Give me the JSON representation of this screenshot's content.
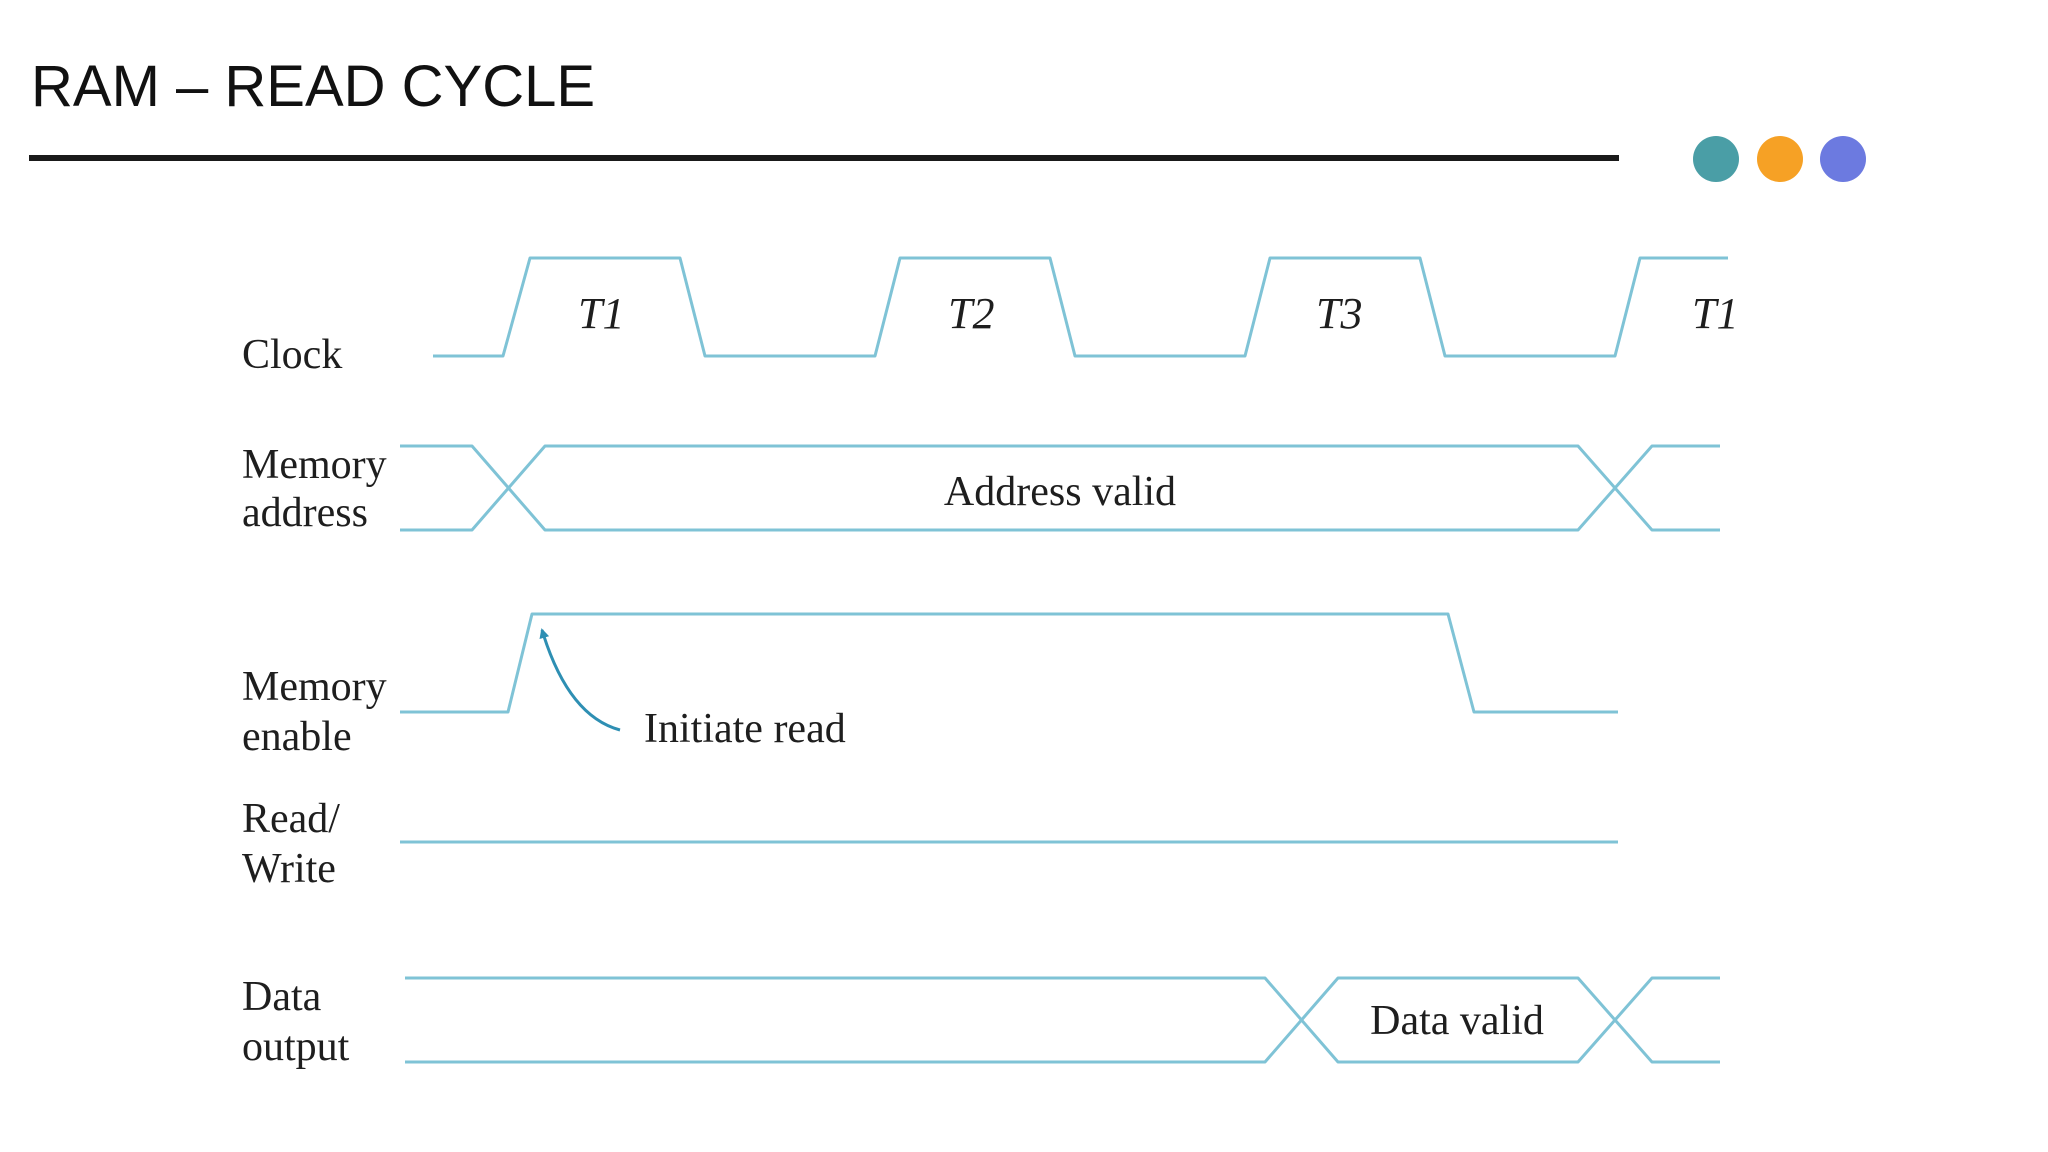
{
  "slide": {
    "title": "RAM – READ CYCLE"
  },
  "decorations": {
    "dots": [
      {
        "name": "teal-dot",
        "color": "#4A9EA6"
      },
      {
        "name": "orange-dot",
        "color": "#F6A125"
      },
      {
        "name": "blue-dot",
        "color": "#6C7AE0"
      }
    ],
    "waveform_color": "#7FC3D6",
    "arrow_color": "#2E8FB3"
  },
  "diagram": {
    "signals": [
      {
        "key": "clock",
        "label_lines": [
          "Clock"
        ]
      },
      {
        "key": "memory-address",
        "label_lines": [
          "Memory",
          "address"
        ]
      },
      {
        "key": "memory-enable",
        "label_lines": [
          "Memory",
          "enable"
        ]
      },
      {
        "key": "read-write",
        "label_lines": [
          "Read/",
          "Write"
        ]
      },
      {
        "key": "data-output",
        "label_lines": [
          "Data",
          "output"
        ]
      }
    ],
    "clock_phases": [
      "T1",
      "T2",
      "T3",
      "T1"
    ],
    "address_state": "Address valid",
    "enable_annotation": "Initiate read",
    "data_state": "Data valid"
  }
}
